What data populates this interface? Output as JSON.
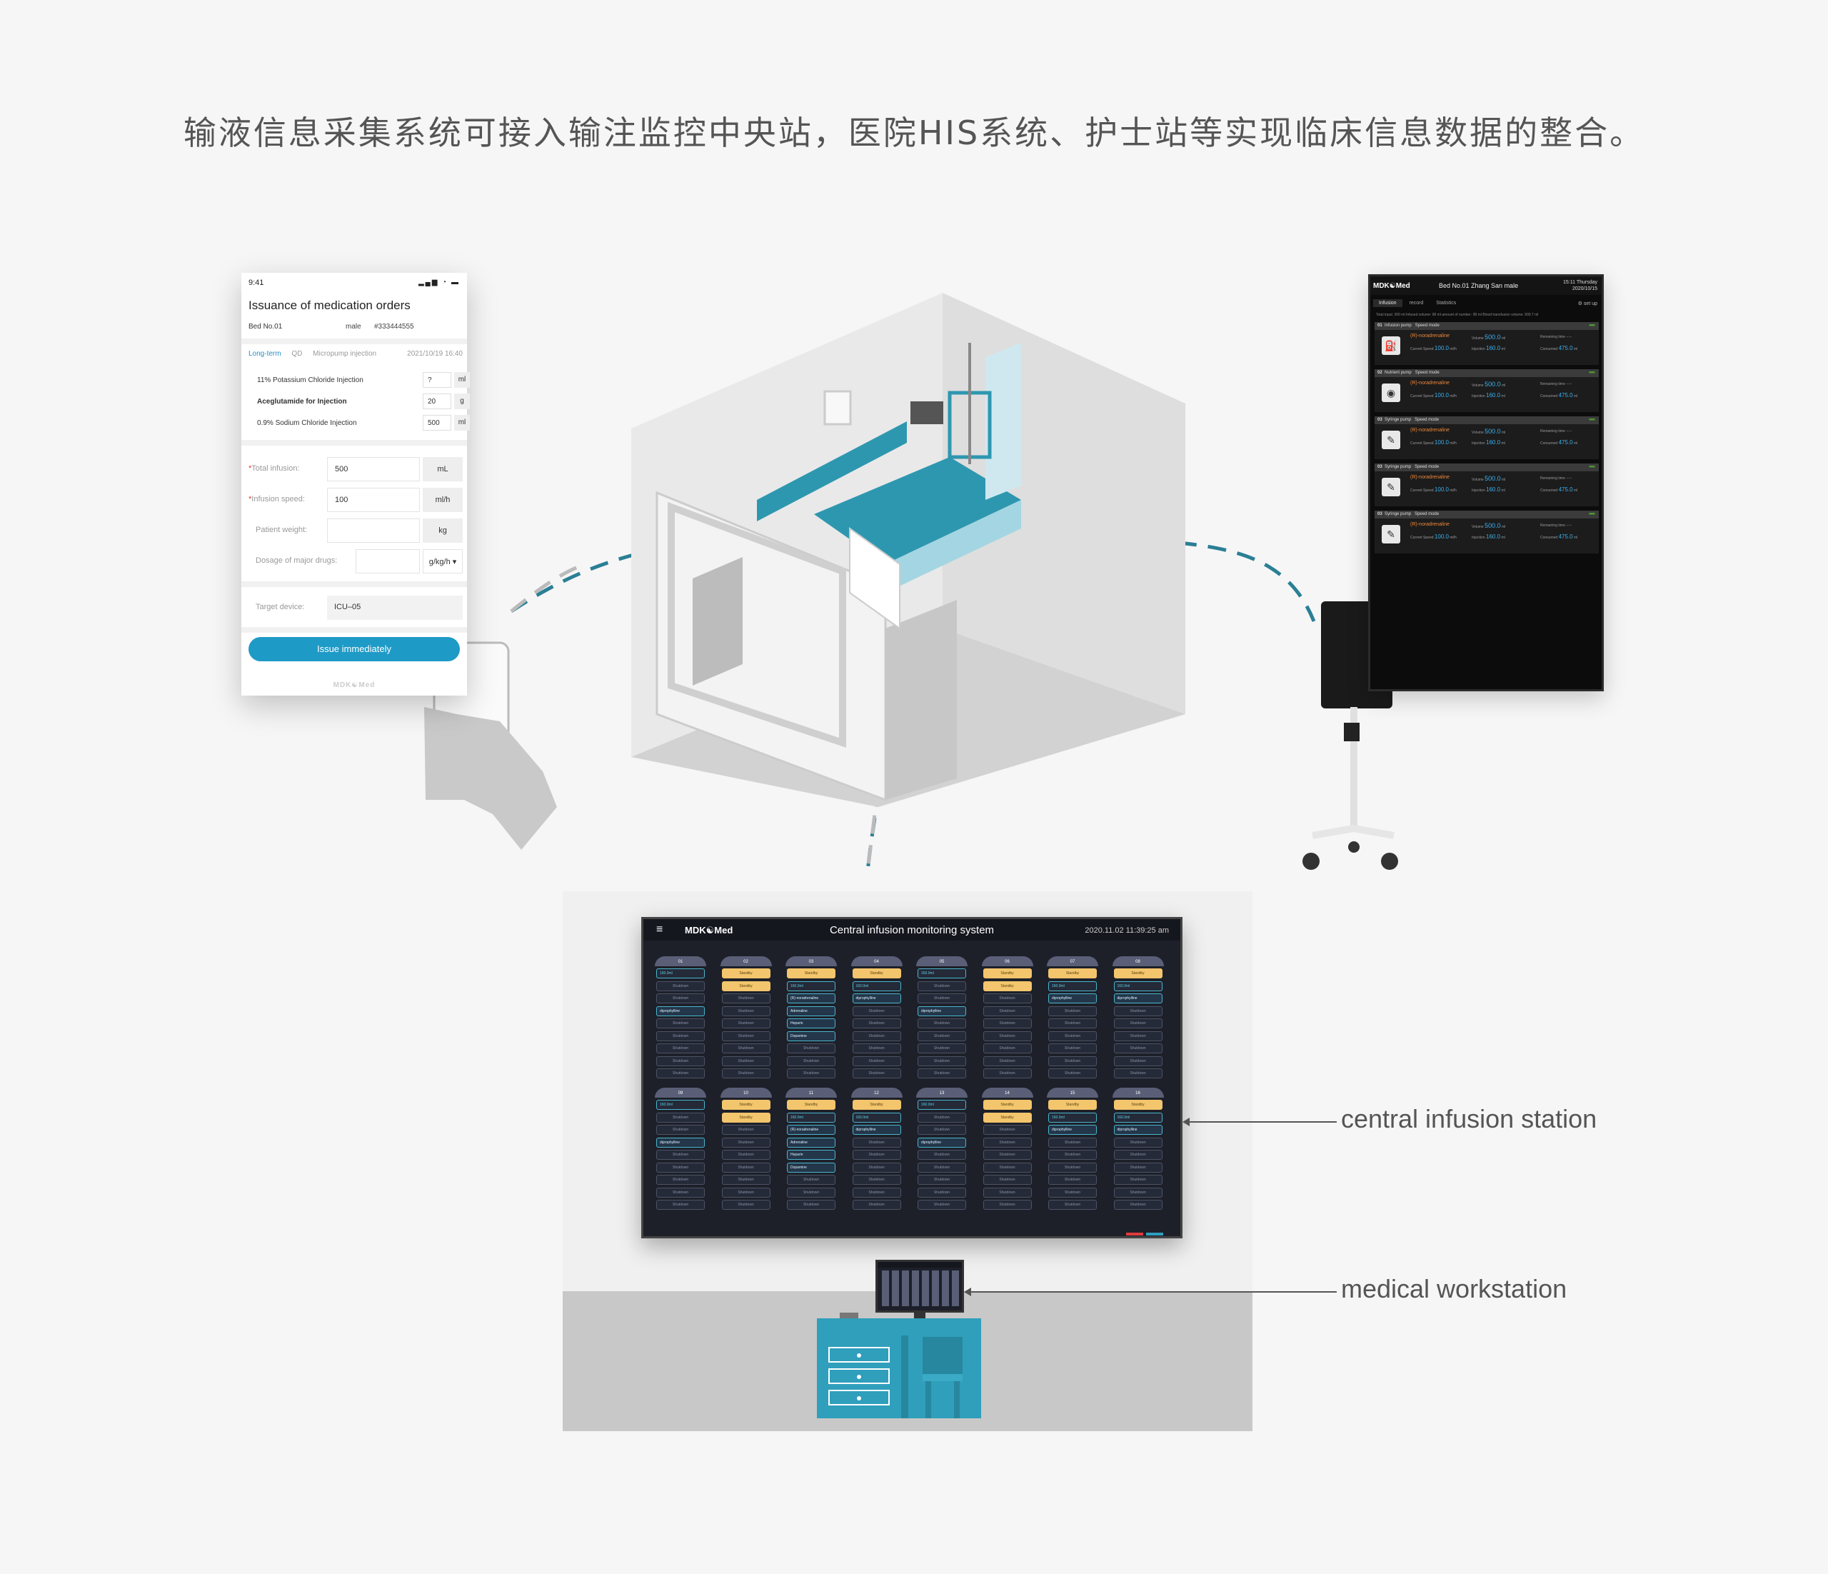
{
  "headline": "输液信息采集系统可接入输注监控中央站，医院HIS系统、护士站等实现临床信息数据的整合。",
  "phone": {
    "time": "9:41",
    "title": "Issuance of medication orders",
    "bed": "Bed No.01",
    "gender": "male",
    "patient_id": "#333444555",
    "tabs": [
      "Long-term",
      "QD",
      "Micropump injection"
    ],
    "tab_time": "2021/10/19 16:40",
    "drugs": [
      {
        "name": "11% Potassium Chloride Injection",
        "qty": "?",
        "unit": "ml"
      },
      {
        "name": "Aceglutamide for Injection",
        "qty": "20",
        "unit": "g"
      },
      {
        "name": "0.9% Sodium Chloride Injection",
        "qty": "500",
        "unit": "ml"
      }
    ],
    "fields": [
      {
        "label": "Total infusion:",
        "required": true,
        "value": "500",
        "unit": "mL"
      },
      {
        "label": "Infusion speed:",
        "required": true,
        "value": "100",
        "unit": "ml/h"
      },
      {
        "label": "Patient weight:",
        "required": false,
        "value": "",
        "unit": "kg"
      },
      {
        "label": "Dosage of major drugs:",
        "required": false,
        "value": "",
        "unit": "g/kg/h ▾"
      }
    ],
    "target_label": "Target device:",
    "target_value": "ICU–05",
    "issue_button": "Issue immediately",
    "brand": "MDK☯Med"
  },
  "tablet": {
    "logo": "MDK☯Med",
    "bed_info": "Bed No.01   Zhang San   male",
    "clock_time": "15:11  Thursday",
    "clock_date": "2020/10/15",
    "tabs": [
      "Infusion",
      "record",
      "Statistics"
    ],
    "setup": "⚙ set up",
    "summary": "Total input: 300 ml   Infused volume: 98 ml   amount of number: 98 ml   Blood transfusion volume: 900.7 ml",
    "pumps": [
      {
        "num": "01",
        "type": "Infusion pump",
        "mode": "Speed mode",
        "icon": "infusion-pump-icon",
        "drug": "(R)-noradrenaline",
        "speed": "100.0",
        "volume": "500.0",
        "injected": "160.0",
        "consumed": "475.0"
      },
      {
        "num": "02",
        "type": "Nutrient pump",
        "mode": "Speed mode",
        "icon": "nutrient-pump-icon",
        "drug": "(R)-noradrenaline",
        "speed": "100.0",
        "volume": "500.0",
        "injected": "160.0",
        "consumed": "475.0"
      },
      {
        "num": "03",
        "type": "Syringe pump",
        "mode": "Speed mode",
        "icon": "syringe-pump-icon",
        "drug": "(R)-noradrenaline",
        "speed": "100.0",
        "volume": "500.0",
        "injected": "160.0",
        "consumed": "475.0"
      },
      {
        "num": "03",
        "type": "Syringe pump",
        "mode": "Speed mode",
        "icon": "syringe-pump-icon",
        "drug": "(R)-noradrenaline",
        "speed": "100.0",
        "volume": "500.0",
        "injected": "160.0",
        "consumed": "475.0"
      },
      {
        "num": "03",
        "type": "Syringe pump",
        "mode": "Speed mode",
        "icon": "syringe-pump-icon",
        "drug": "(R)-noradrenaline",
        "speed": "100.0",
        "volume": "500.0",
        "injected": "160.0",
        "consumed": "475.0"
      }
    ],
    "labels": {
      "current_speed": "Current Speed",
      "volume": "Volume",
      "injected": "Injection",
      "remaining": "Remaining time",
      "consumed": "Consumed",
      "unit_ml": "ml",
      "unit_mlh": "ml/h"
    }
  },
  "station": {
    "menu": "≡",
    "logo": "MDK☯Med",
    "title": "Central infusion monitoring system",
    "datetime": "2020.11.02  11:39:25 am",
    "bed_numbers": [
      "01",
      "02",
      "03",
      "04",
      "05",
      "06",
      "07",
      "08",
      "09",
      "10",
      "11",
      "12",
      "13",
      "14",
      "15",
      "16"
    ],
    "slot_words": {
      "standby": "Standby",
      "shutdown": "Shutdown",
      "active": "160.0ml",
      "drug1": "diprophylline",
      "drug2": "(R)-noradrenaline",
      "drug3": "Adrenaline",
      "drug4": "Heparin",
      "drug5": "Dopamine"
    }
  },
  "callouts": {
    "central": "central infusion station",
    "workstation": "medical workstation"
  },
  "colors": {
    "accent": "#1e9ac6",
    "teal": "#2f9fbc",
    "dash": "#2a7f95"
  }
}
